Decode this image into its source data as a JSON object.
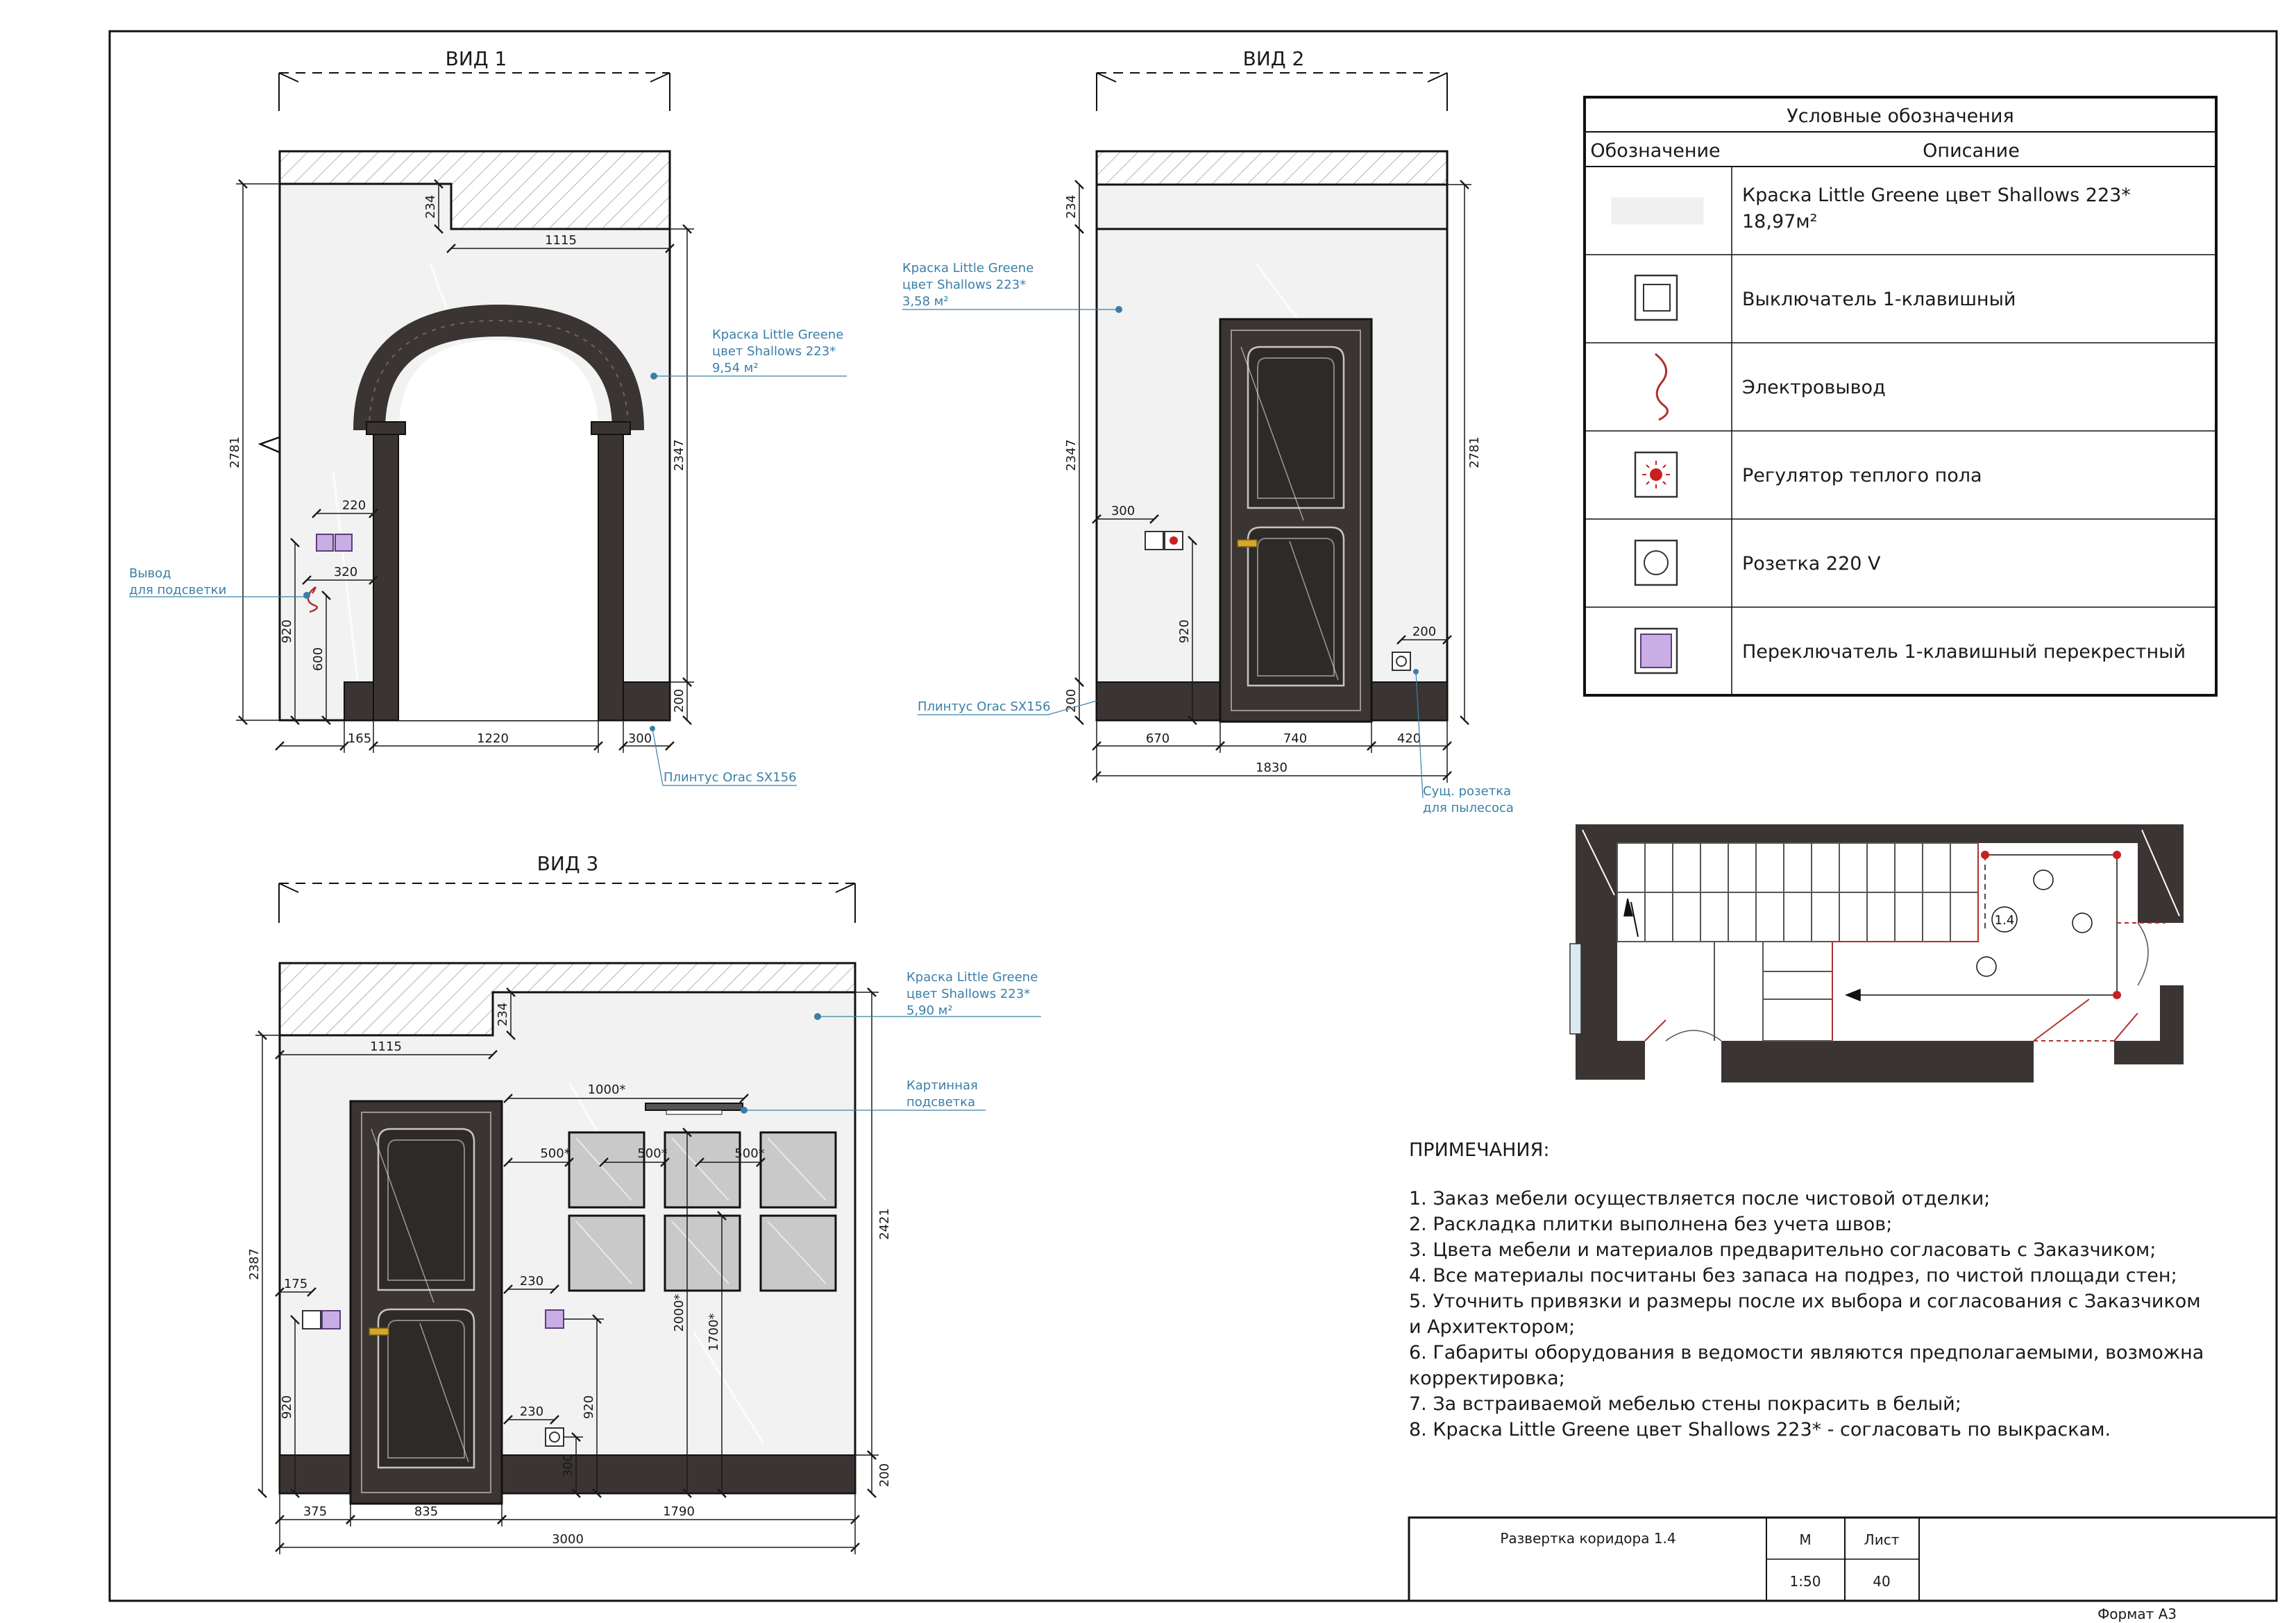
{
  "views": {
    "v1": {
      "title": "ВИД 1",
      "paint_label": [
        "Краска Little Greene",
        "цвет Shallows 223*",
        "9,54 м²"
      ],
      "outlet_label": [
        "Вывод",
        "для подсветки"
      ],
      "plinth_label": "Плинтус Orac SX156",
      "dims": {
        "d234": "234",
        "d1115": "1115",
        "d2781": "2781",
        "d2347": "2347",
        "d220": "220",
        "d320": "320",
        "d920": "920",
        "d600": "600",
        "d200": "200",
        "d165": "165",
        "d1220": "1220",
        "d300": "300"
      }
    },
    "v2": {
      "title": "ВИД 2",
      "paint_label": [
        "Краска Little Greene",
        "цвет Shallows 223*",
        "3,58 м²"
      ],
      "plinth_label": "Плинтус Orac SX156",
      "socket_label": [
        "Сущ. розетка",
        "для пылесоса"
      ],
      "dims": {
        "d234": "234",
        "d2347": "2347",
        "d2781": "2781",
        "d300": "300",
        "d920": "920",
        "d200": "200",
        "d200b": "200",
        "d670": "670",
        "d740": "740",
        "d420": "420",
        "d1830": "1830"
      }
    },
    "v3": {
      "title": "ВИД 3",
      "paint_label": [
        "Краска Little Greene",
        "цвет Shallows 223*",
        "5,90 м²"
      ],
      "light_label": [
        "Картинная",
        "подсветка"
      ],
      "dims": {
        "d234": "234",
        "d1115": "1115",
        "d1000": "1000*",
        "d500a": "500*",
        "d500b": "500*",
        "d500c": "500*",
        "d2387": "2387",
        "d2421": "2421",
        "d175": "175",
        "d230": "230",
        "d230b": "230",
        "d920": "920",
        "d920b": "920",
        "d2000": "2000*",
        "d1700": "1700*",
        "d300": "300",
        "d200": "200",
        "d375": "375",
        "d835": "835",
        "d1790": "1790",
        "d3000": "3000"
      }
    }
  },
  "legend": {
    "title": "Условные обозначения",
    "col_symbol": "Обозначение",
    "col_desc": "Описание",
    "rows": [
      {
        "icon": "paint-swatch-icon",
        "text": "Краска Little Greene цвет Shallows 223*",
        "text2": "18,97м²"
      },
      {
        "icon": "switch-single-icon",
        "text": "Выключатель 1-клавишный"
      },
      {
        "icon": "electrical-outlet-wire-icon",
        "text": "Электровывод"
      },
      {
        "icon": "floor-heating-regulator-icon",
        "text": "Регулятор теплого пола"
      },
      {
        "icon": "socket-220v-icon",
        "text": "Розетка 220 V"
      },
      {
        "icon": "crossover-switch-icon",
        "text": "Переключатель 1-клавишный перекрестный"
      }
    ]
  },
  "plan": {
    "room_label": "1.4"
  },
  "notes": {
    "title": "ПРИМЕЧАНИЯ:",
    "items": [
      "1. Заказ мебели осуществляется после чистовой отделки;",
      "2. Раскладка плитки выполнена без учета швов;",
      "3. Цвета мебели и материалов предварительно согласовать с Заказчиком;",
      "4. Все материалы посчитаны без запаса на подрез, по чистой площади стен;",
      "5. Уточнить привязки и размеры после их выбора и согласования с Заказчиком",
      "и Архитектором;",
      "6. Габариты оборудования в ведомости являются предполагаемыми, возможна",
      "корректировка;",
      "7. За встраиваемой мебелью стены покрасить в белый;",
      "8. Краска Little Greene цвет Shallows 223* - согласовать по выкраскам."
    ]
  },
  "title_block": {
    "name": "Развертка коридора 1.4",
    "scale_label": "М",
    "scale": "1:50",
    "sheet_label": "Лист",
    "sheet": "40"
  },
  "format": "Формат А3",
  "colors": {
    "door": "#3a3533",
    "wall": "#f2f2f2",
    "label": "#3a7fa8",
    "switch_violet": "#b79ad6"
  }
}
